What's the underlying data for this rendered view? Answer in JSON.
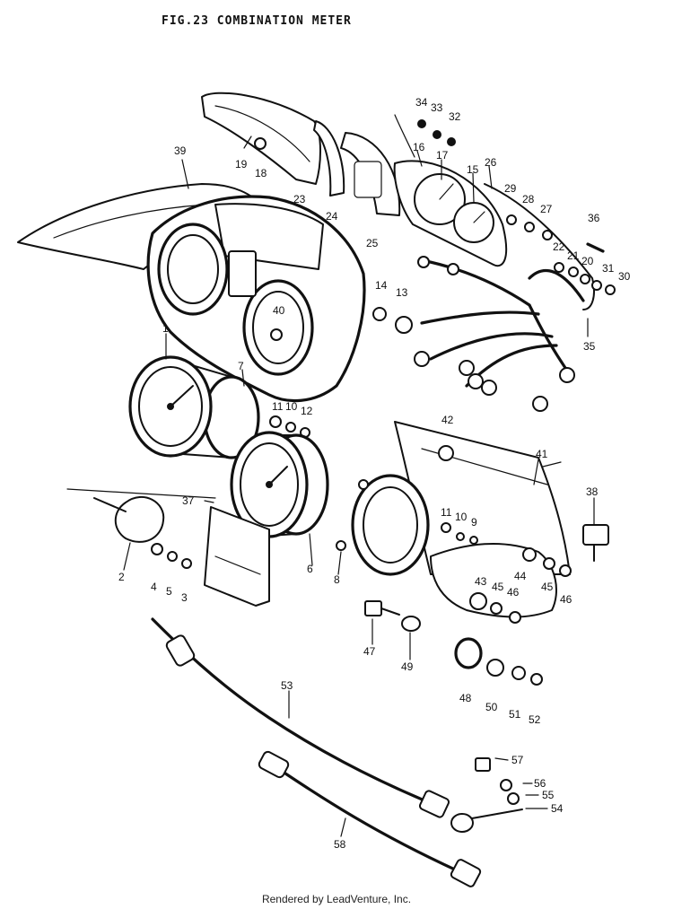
{
  "title": "FIG.23  COMBINATION METER",
  "footer": "Rendered by LeadVenture, Inc.",
  "callouts": [
    {
      "id": "p34",
      "label": "34"
    },
    {
      "id": "p33",
      "label": "33"
    },
    {
      "id": "p32",
      "label": "32"
    },
    {
      "id": "p19",
      "label": "19"
    },
    {
      "id": "p18",
      "label": "18"
    },
    {
      "id": "p16",
      "label": "16"
    },
    {
      "id": "p17",
      "label": "17"
    },
    {
      "id": "p15",
      "label": "15"
    },
    {
      "id": "p26",
      "label": "26"
    },
    {
      "id": "p39",
      "label": "39"
    },
    {
      "id": "p23",
      "label": "23"
    },
    {
      "id": "p24",
      "label": "24"
    },
    {
      "id": "p25",
      "label": "25"
    },
    {
      "id": "p29",
      "label": "29"
    },
    {
      "id": "p28",
      "label": "28"
    },
    {
      "id": "p27",
      "label": "27"
    },
    {
      "id": "p36",
      "label": "36"
    },
    {
      "id": "p22",
      "label": "22"
    },
    {
      "id": "p21",
      "label": "21"
    },
    {
      "id": "p20",
      "label": "20"
    },
    {
      "id": "p31",
      "label": "31"
    },
    {
      "id": "p30",
      "label": "30"
    },
    {
      "id": "p14",
      "label": "14"
    },
    {
      "id": "p13",
      "label": "13"
    },
    {
      "id": "p40",
      "label": "40"
    },
    {
      "id": "p35",
      "label": "35"
    },
    {
      "id": "p1",
      "label": "1"
    },
    {
      "id": "p7",
      "label": "7"
    },
    {
      "id": "p11a",
      "label": "11"
    },
    {
      "id": "p10a",
      "label": "10"
    },
    {
      "id": "p12",
      "label": "12"
    },
    {
      "id": "p42",
      "label": "42"
    },
    {
      "id": "p41",
      "label": "41"
    },
    {
      "id": "p37",
      "label": "37"
    },
    {
      "id": "p38",
      "label": "38"
    },
    {
      "id": "p11b",
      "label": "11"
    },
    {
      "id": "p10b",
      "label": "10"
    },
    {
      "id": "p9",
      "label": "9"
    },
    {
      "id": "p2",
      "label": "2"
    },
    {
      "id": "p4",
      "label": "4"
    },
    {
      "id": "p5",
      "label": "5"
    },
    {
      "id": "p3",
      "label": "3"
    },
    {
      "id": "p6",
      "label": "6"
    },
    {
      "id": "p8",
      "label": "8"
    },
    {
      "id": "p44",
      "label": "44"
    },
    {
      "id": "p45a",
      "label": "45"
    },
    {
      "id": "p43",
      "label": "43"
    },
    {
      "id": "p46a",
      "label": "46"
    },
    {
      "id": "p45b",
      "label": "45"
    },
    {
      "id": "p46b",
      "label": "46"
    },
    {
      "id": "p47",
      "label": "47"
    },
    {
      "id": "p49",
      "label": "49"
    },
    {
      "id": "p48",
      "label": "48"
    },
    {
      "id": "p50",
      "label": "50"
    },
    {
      "id": "p51",
      "label": "51"
    },
    {
      "id": "p52",
      "label": "52"
    },
    {
      "id": "p53",
      "label": "53"
    },
    {
      "id": "p57",
      "label": "57"
    },
    {
      "id": "p56",
      "label": "56"
    },
    {
      "id": "p55",
      "label": "55"
    },
    {
      "id": "p54",
      "label": "54"
    },
    {
      "id": "p58",
      "label": "58"
    }
  ]
}
